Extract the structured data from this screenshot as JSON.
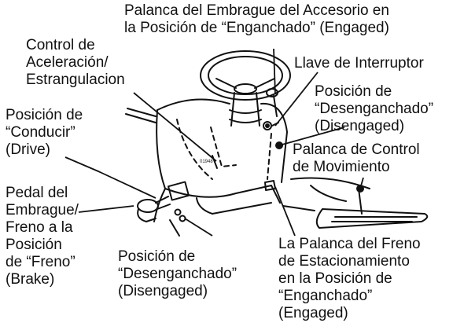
{
  "diagram": {
    "labels": {
      "accessory_clutch": [
        "Palanca del Embrague del Accesorio en",
        "la Posición de “Enganchado” (Engaged)"
      ],
      "throttle": [
        "Control de",
        "Aceleración/",
        "Estrangulacion"
      ],
      "ignition_key": [
        "Llave de Interruptor"
      ],
      "disengaged_top": [
        "Posición de",
        "“Desenganchado”",
        "(Disengaged)"
      ],
      "drive": [
        "Posición de",
        "“Conducir”",
        "(Drive)"
      ],
      "motion_lever": [
        "Palanca de Control",
        "de Movimiento"
      ],
      "clutch_brake_pedal": [
        "Pedal del",
        "Embrague/",
        "Freno a la",
        "Posición",
        "de “Freno”",
        "(Brake)"
      ],
      "disengaged_bottom": [
        "Posición de",
        "“Desenganchado”",
        "(Disengaged)"
      ],
      "parking_brake": [
        "La Palanca del Freno",
        "de Estacionamiento",
        "en la Posición de",
        "“Enganchado”",
        "(Engaged)"
      ]
    },
    "figure_code": "01948"
  }
}
